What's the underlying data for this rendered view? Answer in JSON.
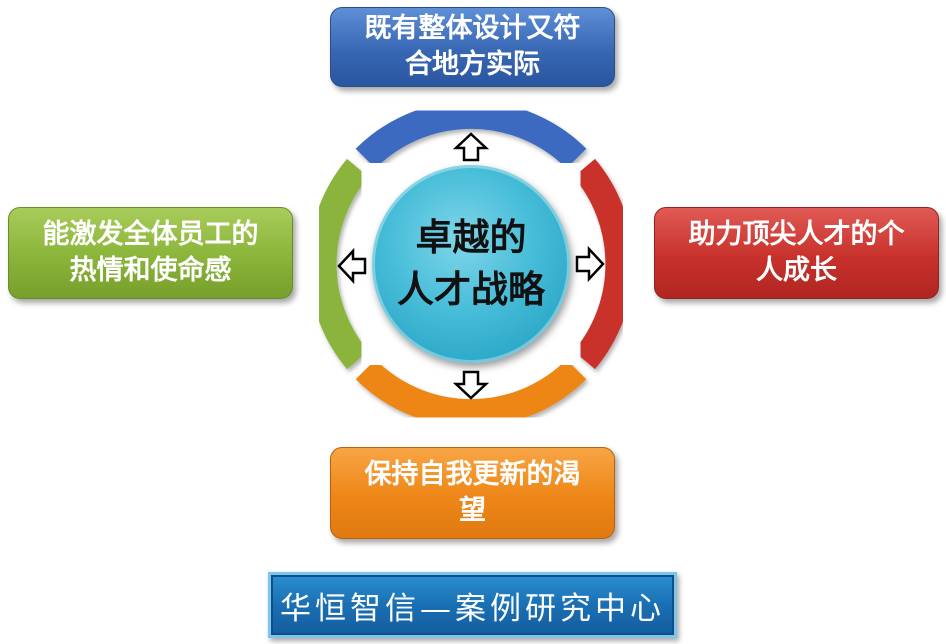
{
  "diagram": {
    "center": {
      "line1": "卓越的",
      "line2": "人才战略"
    },
    "top": {
      "line1": "既有整体设计又符",
      "line2": "合地方实际",
      "color": "#3867b4"
    },
    "right": {
      "line1": "助力顶尖人才的个",
      "line2": "人成长",
      "color": "#c8312b"
    },
    "left": {
      "line1": "能激发全体员工的",
      "line2": "热情和使命感",
      "color": "#8ab43a"
    },
    "bottom": {
      "line1": "保持自我更新的渴",
      "line2": "望",
      "color": "#ee8617"
    },
    "ring_colors": {
      "top": "#3a6bc0",
      "right": "#c8312b",
      "bottom": "#ee8617",
      "left": "#8ab43a"
    }
  },
  "banner": {
    "text": "华恒智信—案例研究中心"
  }
}
